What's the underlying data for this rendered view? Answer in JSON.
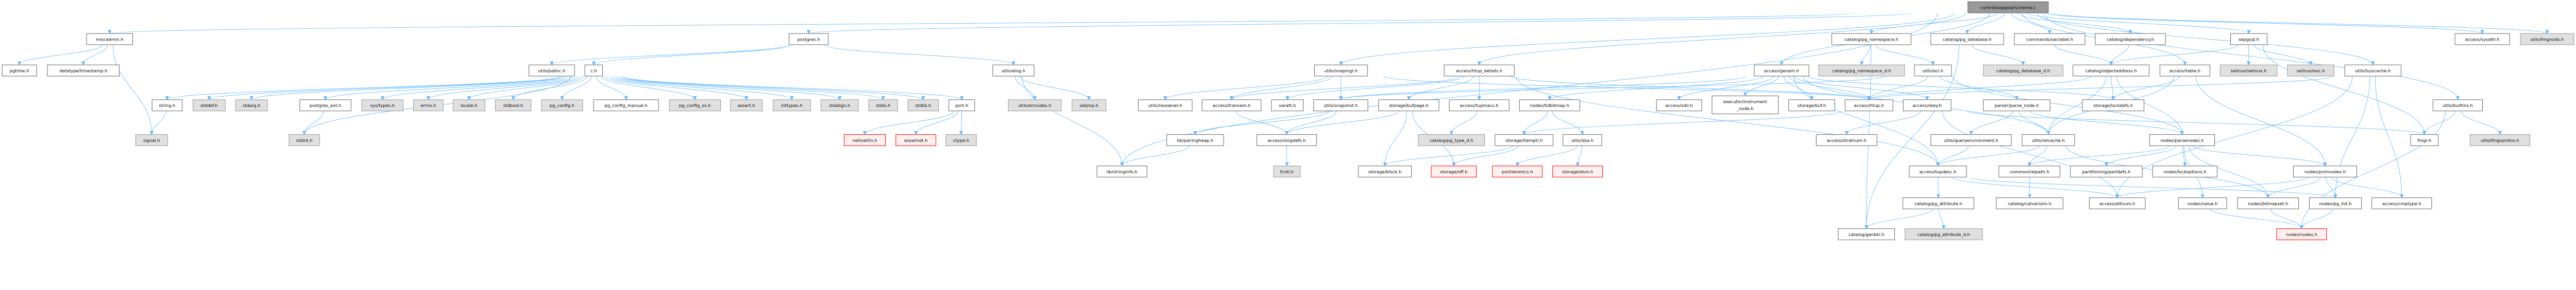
{
  "title": "contrib/sepgsql/schema.c",
  "colors": {
    "edge": "#63b8ff",
    "root_fill": "#999999",
    "root_border": "#666666",
    "normal_fill": "#ffffff",
    "normal_border": "#666666",
    "external_fill": "#e0e0e0",
    "external_border": "#999999",
    "missing_fill": "#fff0f0",
    "missing_border": "#ff0000"
  },
  "nodes": [
    {
      "id": "schema",
      "label": "contrib/sepgsql/schema.c",
      "style": "root"
    },
    {
      "id": "miscadmin",
      "label": "miscadmin.h",
      "style": "normal"
    },
    {
      "id": "postgres",
      "label": "postgres.h",
      "style": "normal"
    },
    {
      "id": "pg_namespace",
      "label": "catalog/pg_namespace.h",
      "style": "normal"
    },
    {
      "id": "pg_database",
      "label": "catalog/pg_database.h",
      "style": "normal"
    },
    {
      "id": "seclabel",
      "label": "commands/seclabel.h",
      "style": "normal"
    },
    {
      "id": "dependency",
      "label": "catalog/dependency.h",
      "style": "normal"
    },
    {
      "id": "sepgsql",
      "label": "sepgsql.h",
      "style": "normal"
    },
    {
      "id": "sysattr",
      "label": "access/sysattr.h",
      "style": "normal"
    },
    {
      "id": "fmgroids",
      "label": "utils/fmgroids.h",
      "style": "external"
    },
    {
      "id": "pgtime",
      "label": "pgtime.h",
      "style": "normal"
    },
    {
      "id": "timestamp",
      "label": "datatype/timestamp.h",
      "style": "normal"
    },
    {
      "id": "palloc",
      "label": "utils/palloc.h",
      "style": "normal"
    },
    {
      "id": "c",
      "label": "c.h",
      "style": "normal"
    },
    {
      "id": "elog",
      "label": "utils/elog.h",
      "style": "normal"
    },
    {
      "id": "snapmgr",
      "label": "utils/snapmgr.h",
      "style": "normal"
    },
    {
      "id": "htup_details",
      "label": "access/htup_details.h",
      "style": "normal"
    },
    {
      "id": "genam",
      "label": "access/genam.h",
      "style": "normal"
    },
    {
      "id": "pg_namespace_d",
      "label": "catalog/pg_namespace_d.h",
      "style": "external"
    },
    {
      "id": "acl",
      "label": "utils/acl.h",
      "style": "normal"
    },
    {
      "id": "pg_database_d",
      "label": "catalog/pg_database_d.h",
      "style": "external"
    },
    {
      "id": "objectaddress",
      "label": "catalog/objectaddress.h",
      "style": "normal"
    },
    {
      "id": "table",
      "label": "access/table.h",
      "style": "normal"
    },
    {
      "id": "selinux",
      "label": "selinux/selinux.h",
      "style": "external"
    },
    {
      "id": "avc",
      "label": "selinux/avc.h",
      "style": "external"
    },
    {
      "id": "lsyscache",
      "label": "utils/lsyscache.h",
      "style": "normal"
    },
    {
      "id": "string",
      "label": "string.h",
      "style": "normal"
    },
    {
      "id": "stddef",
      "label": "stddef.h",
      "style": "external"
    },
    {
      "id": "stdarg",
      "label": "stdarg.h",
      "style": "external"
    },
    {
      "id": "postgres_ext",
      "label": "postgres_ext.h",
      "style": "normal"
    },
    {
      "id": "systypes",
      "label": "sys/types.h",
      "style": "external"
    },
    {
      "id": "errno",
      "label": "errno.h",
      "style": "external"
    },
    {
      "id": "locale",
      "label": "locale.h",
      "style": "external"
    },
    {
      "id": "stdbool",
      "label": "stdbool.h",
      "style": "external"
    },
    {
      "id": "pg_config",
      "label": "pg_config.h",
      "style": "external"
    },
    {
      "id": "pg_config_manual",
      "label": "pg_config_manual.h",
      "style": "normal"
    },
    {
      "id": "pg_config_os",
      "label": "pg_config_os.h",
      "style": "external"
    },
    {
      "id": "assert",
      "label": "assert.h",
      "style": "external"
    },
    {
      "id": "inttypes",
      "label": "inttypes.h",
      "style": "external"
    },
    {
      "id": "stdalign",
      "label": "stdalign.h",
      "style": "external"
    },
    {
      "id": "stdio",
      "label": "stdio.h",
      "style": "external"
    },
    {
      "id": "stdlib",
      "label": "stdlib.h",
      "style": "external"
    },
    {
      "id": "port",
      "label": "port.h",
      "style": "normal"
    },
    {
      "id": "errcodes",
      "label": "utils/errcodes.h",
      "style": "external"
    },
    {
      "id": "setjmp",
      "label": "setjmp.h",
      "style": "external"
    },
    {
      "id": "resowner",
      "label": "utils/resowner.h",
      "style": "normal"
    },
    {
      "id": "transam",
      "label": "access/transam.h",
      "style": "normal"
    },
    {
      "id": "varatt",
      "label": "varatt.h",
      "style": "normal"
    },
    {
      "id": "snapshot",
      "label": "utils/snapshot.h",
      "style": "normal"
    },
    {
      "id": "bufpage",
      "label": "storage/bufpage.h",
      "style": "normal"
    },
    {
      "id": "tupmacs",
      "label": "access/tupmacs.h",
      "style": "normal"
    },
    {
      "id": "tidbitmap",
      "label": "nodes/tidbitmap.h",
      "style": "normal"
    },
    {
      "id": "sdir",
      "label": "access/sdir.h",
      "style": "normal"
    },
    {
      "id": "instrument_node",
      "label": "executor/instrument_node.h",
      "style": "normal"
    },
    {
      "id": "buf",
      "label": "storage/buf.h",
      "style": "normal"
    },
    {
      "id": "htup",
      "label": "access/htup.h",
      "style": "normal"
    },
    {
      "id": "skey",
      "label": "access/skey.h",
      "style": "normal"
    },
    {
      "id": "parse_node",
      "label": "parser/parse_node.h",
      "style": "normal"
    },
    {
      "id": "lockdefs",
      "label": "storage/lockdefs.h",
      "style": "normal"
    },
    {
      "id": "builtins",
      "label": "utils/builtins.h",
      "style": "normal"
    },
    {
      "id": "signal",
      "label": "signal.h",
      "style": "external"
    },
    {
      "id": "stdint",
      "label": "stdint.h",
      "style": "external"
    },
    {
      "id": "netinet_in",
      "label": "netinet/in.h",
      "style": "missing"
    },
    {
      "id": "arpa_inet",
      "label": "arpa/inet.h",
      "style": "missing"
    },
    {
      "id": "ctype",
      "label": "ctype.h",
      "style": "external"
    },
    {
      "id": "pairingheap",
      "label": "lib/pairingheap.h",
      "style": "normal"
    },
    {
      "id": "xlogdefs",
      "label": "access/xlogdefs.h",
      "style": "normal"
    },
    {
      "id": "pg_type_d",
      "label": "catalog/pg_type_d.h",
      "style": "external"
    },
    {
      "id": "itemptr",
      "label": "storage/itemptr.h",
      "style": "normal"
    },
    {
      "id": "dsa",
      "label": "utils/dsa.h",
      "style": "normal"
    },
    {
      "id": "stratnum",
      "label": "access/stratnum.h",
      "style": "normal"
    },
    {
      "id": "queryenvironment",
      "label": "utils/queryenvironment.h",
      "style": "normal"
    },
    {
      "id": "relcache",
      "label": "utils/relcache.h",
      "style": "normal"
    },
    {
      "id": "parsenodes",
      "label": "nodes/parsenodes.h",
      "style": "normal"
    },
    {
      "id": "fmgr",
      "label": "fmgr.h",
      "style": "normal"
    },
    {
      "id": "fmgrprotos",
      "label": "utils/fmgrprotos.h",
      "style": "external"
    },
    {
      "id": "stringinfo",
      "label": "lib/stringinfo.h",
      "style": "normal"
    },
    {
      "id": "fcntl",
      "label": "fcntl.h",
      "style": "external"
    },
    {
      "id": "block",
      "label": "storage/block.h",
      "style": "normal"
    },
    {
      "id": "off",
      "label": "storage/off.h",
      "style": "missing"
    },
    {
      "id": "atomics",
      "label": "port/atomics.h",
      "style": "missing"
    },
    {
      "id": "dsm",
      "label": "storage/dsm.h",
      "style": "missing"
    },
    {
      "id": "tupdesc",
      "label": "access/tupdesc.h",
      "style": "normal"
    },
    {
      "id": "relpath",
      "label": "common/relpath.h",
      "style": "normal"
    },
    {
      "id": "partdefs",
      "label": "partitioning/partdefs.h",
      "style": "normal"
    },
    {
      "id": "lockoptions",
      "label": "nodes/lockoptions.h",
      "style": "normal"
    },
    {
      "id": "primnodes",
      "label": "nodes/primnodes.h",
      "style": "normal"
    },
    {
      "id": "pg_attribute",
      "label": "catalog/pg_attribute.h",
      "style": "normal"
    },
    {
      "id": "catversion",
      "label": "catalog/catversion.h",
      "style": "normal"
    },
    {
      "id": "attnum",
      "label": "access/attnum.h",
      "style": "normal"
    },
    {
      "id": "value",
      "label": "nodes/value.h",
      "style": "normal"
    },
    {
      "id": "bitmapset",
      "label": "nodes/bitmapset.h",
      "style": "normal"
    },
    {
      "id": "pg_list",
      "label": "nodes/pg_list.h",
      "style": "normal"
    },
    {
      "id": "cmptype",
      "label": "access/cmptype.h",
      "style": "normal"
    },
    {
      "id": "genbki",
      "label": "catalog/genbki.h",
      "style": "normal"
    },
    {
      "id": "pg_attribute_d",
      "label": "catalog/pg_attribute_d.h",
      "style": "external"
    },
    {
      "id": "nodes",
      "label": "nodes/nodes.h",
      "style": "missing"
    }
  ],
  "edges": [
    [
      "schema",
      "miscadmin"
    ],
    [
      "schema",
      "postgres"
    ],
    [
      "schema",
      "pg_namespace"
    ],
    [
      "schema",
      "pg_database"
    ],
    [
      "schema",
      "seclabel"
    ],
    [
      "schema",
      "dependency"
    ],
    [
      "schema",
      "sepgsql"
    ],
    [
      "schema",
      "sysattr"
    ],
    [
      "schema",
      "fmgroids"
    ],
    [
      "schema",
      "genam"
    ],
    [
      "schema",
      "htup_details"
    ],
    [
      "schema",
      "table"
    ],
    [
      "schema",
      "snapmgr"
    ],
    [
      "schema",
      "stringinfo"
    ],
    [
      "schema",
      "lsyscache"
    ],
    [
      "schema",
      "builtins"
    ],
    [
      "miscadmin",
      "pgtime"
    ],
    [
      "miscadmin",
      "timestamp"
    ],
    [
      "miscadmin",
      "signal"
    ],
    [
      "postgres",
      "palloc"
    ],
    [
      "postgres",
      "c"
    ],
    [
      "postgres",
      "elog"
    ],
    [
      "c",
      "string"
    ],
    [
      "c",
      "stddef"
    ],
    [
      "c",
      "stdarg"
    ],
    [
      "c",
      "postgres_ext"
    ],
    [
      "c",
      "systypes"
    ],
    [
      "c",
      "errno"
    ],
    [
      "c",
      "locale"
    ],
    [
      "c",
      "stdbool"
    ],
    [
      "c",
      "pg_config"
    ],
    [
      "c",
      "pg_config_manual"
    ],
    [
      "c",
      "pg_config_os"
    ],
    [
      "c",
      "assert"
    ],
    [
      "c",
      "inttypes"
    ],
    [
      "c",
      "stdalign"
    ],
    [
      "c",
      "stdio"
    ],
    [
      "c",
      "stdlib"
    ],
    [
      "c",
      "port"
    ],
    [
      "c",
      "stdint"
    ],
    [
      "string",
      "signal"
    ],
    [
      "postgres_ext",
      "stdint"
    ],
    [
      "port",
      "netinet_in"
    ],
    [
      "port",
      "arpa_inet"
    ],
    [
      "port",
      "ctype"
    ],
    [
      "elog",
      "errcodes"
    ],
    [
      "elog",
      "setjmp"
    ],
    [
      "elog",
      "stringinfo"
    ],
    [
      "snapmgr",
      "resowner"
    ],
    [
      "snapmgr",
      "transam"
    ],
    [
      "snapmgr",
      "snapshot"
    ],
    [
      "snapmgr",
      "htup"
    ],
    [
      "snapshot",
      "pairingheap"
    ],
    [
      "snapshot",
      "xlogdefs"
    ],
    [
      "pairingheap",
      "stringinfo"
    ],
    [
      "transam",
      "xlogdefs"
    ],
    [
      "xlogdefs",
      "fcntl"
    ],
    [
      "htup_details",
      "bufpage"
    ],
    [
      "htup_details",
      "tupmacs"
    ],
    [
      "htup_details",
      "varatt"
    ],
    [
      "htup_details",
      "htup"
    ],
    [
      "htup_details",
      "tupdesc"
    ],
    [
      "htup_details",
      "transam"
    ],
    [
      "bufpage",
      "xlogdefs"
    ],
    [
      "bufpage",
      "block"
    ],
    [
      "bufpage",
      "off"
    ],
    [
      "tupmacs",
      "pg_type_d"
    ],
    [
      "tidbitmap",
      "itemptr"
    ],
    [
      "tidbitmap",
      "dsa"
    ],
    [
      "itemptr",
      "block"
    ],
    [
      "itemptr",
      "off"
    ],
    [
      "dsa",
      "atomics"
    ],
    [
      "dsa",
      "dsm"
    ],
    [
      "genam",
      "sdir"
    ],
    [
      "genam",
      "instrument_node"
    ],
    [
      "genam",
      "buf"
    ],
    [
      "genam",
      "htup"
    ],
    [
      "genam",
      "skey"
    ],
    [
      "genam",
      "tidbitmap"
    ],
    [
      "genam",
      "lockdefs"
    ],
    [
      "genam",
      "relcache"
    ],
    [
      "genam",
      "snapshot"
    ],
    [
      "genam",
      "tupdesc"
    ],
    [
      "pg_namespace",
      "pg_namespace_d"
    ],
    [
      "pg_namespace",
      "acl"
    ],
    [
      "pg_namespace",
      "genbki"
    ],
    [
      "pg_database",
      "pg_database_d"
    ],
    [
      "pg_database",
      "genbki"
    ],
    [
      "seclabel",
      "objectaddress"
    ],
    [
      "dependency",
      "objectaddress"
    ],
    [
      "acl",
      "htup"
    ],
    [
      "acl",
      "parse_node"
    ],
    [
      "acl",
      "snapshot"
    ],
    [
      "acl",
      "parsenodes"
    ],
    [
      "objectaddress",
      "lockdefs"
    ],
    [
      "objectaddress",
      "relcache"
    ],
    [
      "objectaddress",
      "htup"
    ],
    [
      "objectaddress",
      "parsenodes"
    ],
    [
      "htup",
      "itemptr"
    ],
    [
      "skey",
      "stratnum"
    ],
    [
      "skey",
      "attnum"
    ],
    [
      "skey",
      "fmgr"
    ],
    [
      "parse_node",
      "queryenvironment"
    ],
    [
      "parse_node",
      "relcache"
    ],
    [
      "parse_node",
      "parsenodes"
    ],
    [
      "queryenvironment",
      "tupdesc"
    ],
    [
      "relcache",
      "tupdesc"
    ],
    [
      "relcache",
      "relpath"
    ],
    [
      "relcache",
      "bitmapset"
    ],
    [
      "tupdesc",
      "pg_attribute"
    ],
    [
      "tupdesc",
      "attnum"
    ],
    [
      "tupdesc",
      "pg_list"
    ],
    [
      "relpath",
      "catversion"
    ],
    [
      "pg_attribute",
      "genbki"
    ],
    [
      "pg_attribute",
      "pg_attribute_d"
    ],
    [
      "table",
      "lockdefs"
    ],
    [
      "table",
      "relcache"
    ],
    [
      "table",
      "primnodes"
    ],
    [
      "sepgsql",
      "selinux"
    ],
    [
      "sepgsql",
      "avc"
    ],
    [
      "sepgsql",
      "fmgr"
    ],
    [
      "sepgsql",
      "objectaddress"
    ],
    [
      "lsyscache",
      "attnum"
    ],
    [
      "lsyscache",
      "htup"
    ],
    [
      "lsyscache",
      "pg_list"
    ],
    [
      "lsyscache",
      "cmptype"
    ],
    [
      "builtins",
      "fmgr"
    ],
    [
      "builtins",
      "fmgrprotos"
    ],
    [
      "builtins",
      "nodes"
    ],
    [
      "parsenodes",
      "lockoptions"
    ],
    [
      "parsenodes",
      "primnodes"
    ],
    [
      "parsenodes",
      "value"
    ],
    [
      "parsenodes",
      "bitmapset"
    ],
    [
      "parsenodes",
      "partdefs"
    ],
    [
      "parsenodes",
      "relpath"
    ],
    [
      "primnodes",
      "attnum"
    ],
    [
      "primnodes",
      "bitmapset"
    ],
    [
      "primnodes",
      "pg_list"
    ],
    [
      "primnodes",
      "cmptype"
    ],
    [
      "value",
      "nodes"
    ],
    [
      "bitmapset",
      "nodes"
    ],
    [
      "pg_list",
      "nodes"
    ]
  ]
}
